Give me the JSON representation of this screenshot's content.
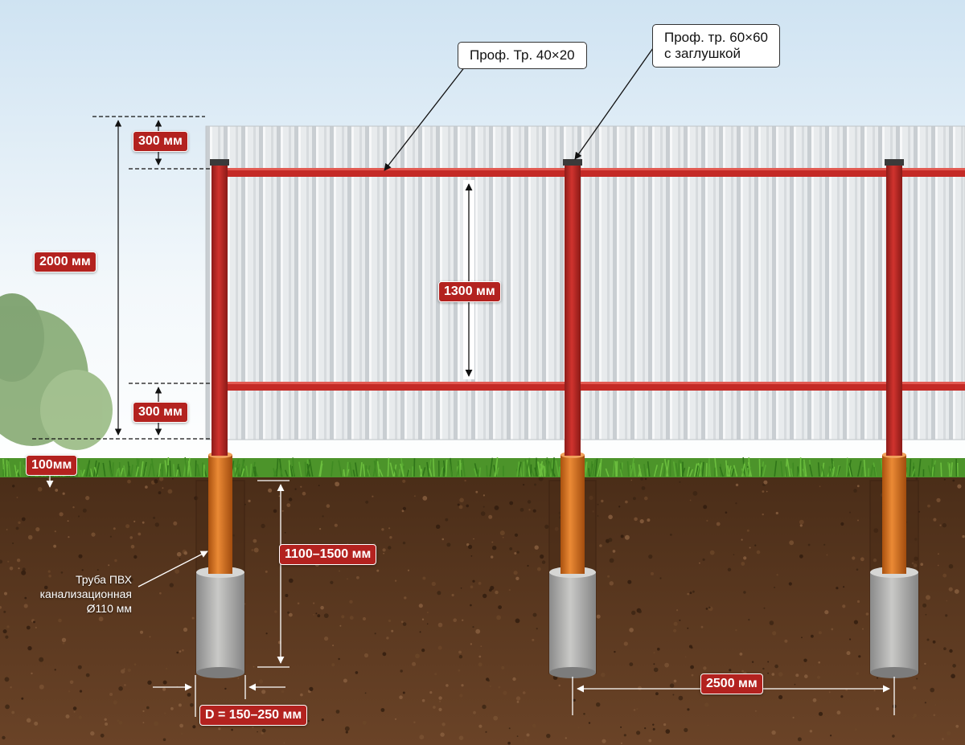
{
  "labels": {
    "profile_rail": "Проф. Тр. 40×20",
    "profile_post_line1": "Проф. тр. 60×60",
    "profile_post_line2": "с заглушкой",
    "total_height": "2000 мм",
    "top_gap": "300 мм",
    "bottom_gap": "300 мм",
    "rail_spacing": "1300 мм",
    "ground_gap": "100мм",
    "post_depth": "1100–1500 мм",
    "post_spacing": "2500 мм",
    "footing_diameter": "D = 150–250 мм",
    "pipe_note_line1": "Труба ПВХ",
    "pipe_note_line2": "канализационная",
    "pipe_note_line3": "Ø110 мм"
  },
  "colors": {
    "frame_red": "#c42a26",
    "badge_red": "#b3221f",
    "pvc_orange": "#d8731f",
    "soil": "#5e3a22",
    "grass": "#4f9a2c",
    "sheet": "#e7eaec"
  }
}
